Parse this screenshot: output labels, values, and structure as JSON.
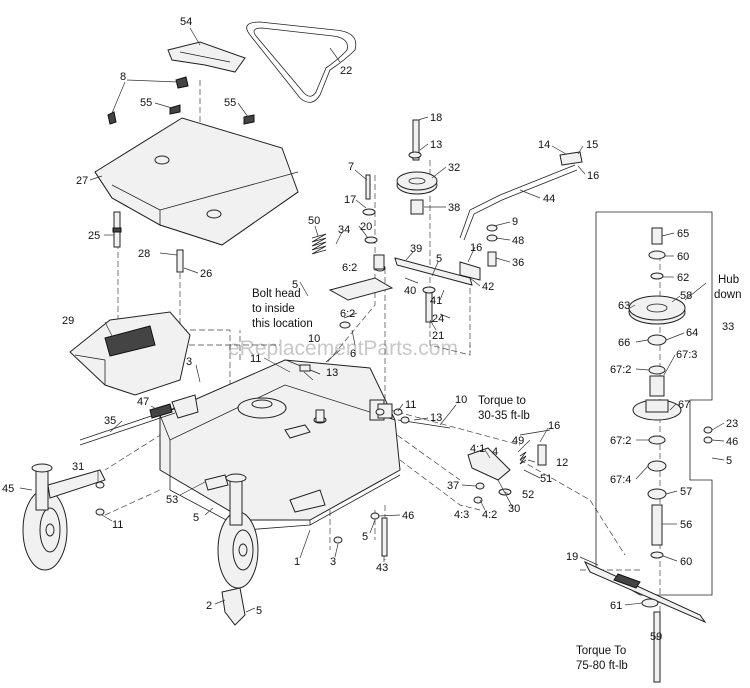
{
  "watermark": "eReplacementParts.com",
  "notes": {
    "bolt_head": [
      "Bolt head",
      "to inside",
      "this location"
    ],
    "torque_30": [
      "Torque to",
      "30-35 ft-lb"
    ],
    "hub_down": [
      "Hub",
      "down"
    ],
    "torque_75": [
      "Torque To",
      "75-80 ft-lb"
    ]
  },
  "callouts": [
    {
      "id": "c54",
      "text": "54"
    },
    {
      "id": "c22",
      "text": "22"
    },
    {
      "id": "c8",
      "text": "8"
    },
    {
      "id": "c55a",
      "text": "55"
    },
    {
      "id": "c55b",
      "text": "55"
    },
    {
      "id": "c27",
      "text": "27"
    },
    {
      "id": "c25",
      "text": "25"
    },
    {
      "id": "c28",
      "text": "28"
    },
    {
      "id": "c26",
      "text": "26"
    },
    {
      "id": "c18",
      "text": "18"
    },
    {
      "id": "c13a",
      "text": "13"
    },
    {
      "id": "c32",
      "text": "32"
    },
    {
      "id": "c7",
      "text": "7"
    },
    {
      "id": "c17",
      "text": "17"
    },
    {
      "id": "c38",
      "text": "38"
    },
    {
      "id": "c20",
      "text": "20"
    },
    {
      "id": "c50",
      "text": "50"
    },
    {
      "id": "c34",
      "text": "34"
    },
    {
      "id": "c14",
      "text": "14"
    },
    {
      "id": "c15",
      "text": "15"
    },
    {
      "id": "c16a",
      "text": "16"
    },
    {
      "id": "c44",
      "text": "44"
    },
    {
      "id": "c9",
      "text": "9"
    },
    {
      "id": "c48",
      "text": "48"
    },
    {
      "id": "c16b",
      "text": "16"
    },
    {
      "id": "c36",
      "text": "36"
    },
    {
      "id": "c39",
      "text": "39"
    },
    {
      "id": "c5a",
      "text": "5"
    },
    {
      "id": "c62a",
      "text": "6:2"
    },
    {
      "id": "c5b",
      "text": "5"
    },
    {
      "id": "c40",
      "text": "40"
    },
    {
      "id": "c41",
      "text": "41"
    },
    {
      "id": "c42",
      "text": "42"
    },
    {
      "id": "c24",
      "text": "24"
    },
    {
      "id": "c21",
      "text": "21"
    },
    {
      "id": "c62b",
      "text": "6:2"
    },
    {
      "id": "c6",
      "text": "6"
    },
    {
      "id": "c29",
      "text": "29"
    },
    {
      "id": "c10a",
      "text": "10"
    },
    {
      "id": "c3a",
      "text": "3"
    },
    {
      "id": "c11a",
      "text": "11"
    },
    {
      "id": "c13b",
      "text": "13"
    },
    {
      "id": "c47",
      "text": "47"
    },
    {
      "id": "c35",
      "text": "35"
    },
    {
      "id": "c11b",
      "text": "11"
    },
    {
      "id": "c13c",
      "text": "13"
    },
    {
      "id": "c10b",
      "text": "10"
    },
    {
      "id": "c16c",
      "text": "16"
    },
    {
      "id": "c49",
      "text": "49"
    },
    {
      "id": "c41b",
      "text": "4:1"
    },
    {
      "id": "c4",
      "text": "4"
    },
    {
      "id": "c12",
      "text": "12"
    },
    {
      "id": "c37",
      "text": "37"
    },
    {
      "id": "c51",
      "text": "51"
    },
    {
      "id": "c52",
      "text": "52"
    },
    {
      "id": "c43b",
      "text": "4:3"
    },
    {
      "id": "c42b",
      "text": "4:2"
    },
    {
      "id": "c30",
      "text": "30"
    },
    {
      "id": "c31",
      "text": "31"
    },
    {
      "id": "c45",
      "text": "45"
    },
    {
      "id": "c53",
      "text": "53"
    },
    {
      "id": "c5c",
      "text": "5"
    },
    {
      "id": "c11c",
      "text": "11"
    },
    {
      "id": "c46a",
      "text": "46"
    },
    {
      "id": "c5d",
      "text": "5"
    },
    {
      "id": "c3b",
      "text": "3"
    },
    {
      "id": "c1",
      "text": "1"
    },
    {
      "id": "c43",
      "text": "43"
    },
    {
      "id": "c2",
      "text": "2"
    },
    {
      "id": "c5e",
      "text": "5"
    },
    {
      "id": "c65",
      "text": "65"
    },
    {
      "id": "c60a",
      "text": "60"
    },
    {
      "id": "c62",
      "text": "62"
    },
    {
      "id": "c63",
      "text": "63"
    },
    {
      "id": "c58",
      "text": "58"
    },
    {
      "id": "c33",
      "text": "33"
    },
    {
      "id": "c66",
      "text": "66"
    },
    {
      "id": "c64",
      "text": "64"
    },
    {
      "id": "c672a",
      "text": "67:2"
    },
    {
      "id": "c673",
      "text": "67:3"
    },
    {
      "id": "c67",
      "text": "67"
    },
    {
      "id": "c23",
      "text": "23"
    },
    {
      "id": "c46b",
      "text": "46"
    },
    {
      "id": "c672b",
      "text": "67:2"
    },
    {
      "id": "c5f",
      "text": "5"
    },
    {
      "id": "c674",
      "text": "67:4"
    },
    {
      "id": "c57",
      "text": "57"
    },
    {
      "id": "c56",
      "text": "56"
    },
    {
      "id": "c19",
      "text": "19"
    },
    {
      "id": "c60b",
      "text": "60"
    },
    {
      "id": "c61",
      "text": "61"
    },
    {
      "id": "c59",
      "text": "59"
    }
  ]
}
